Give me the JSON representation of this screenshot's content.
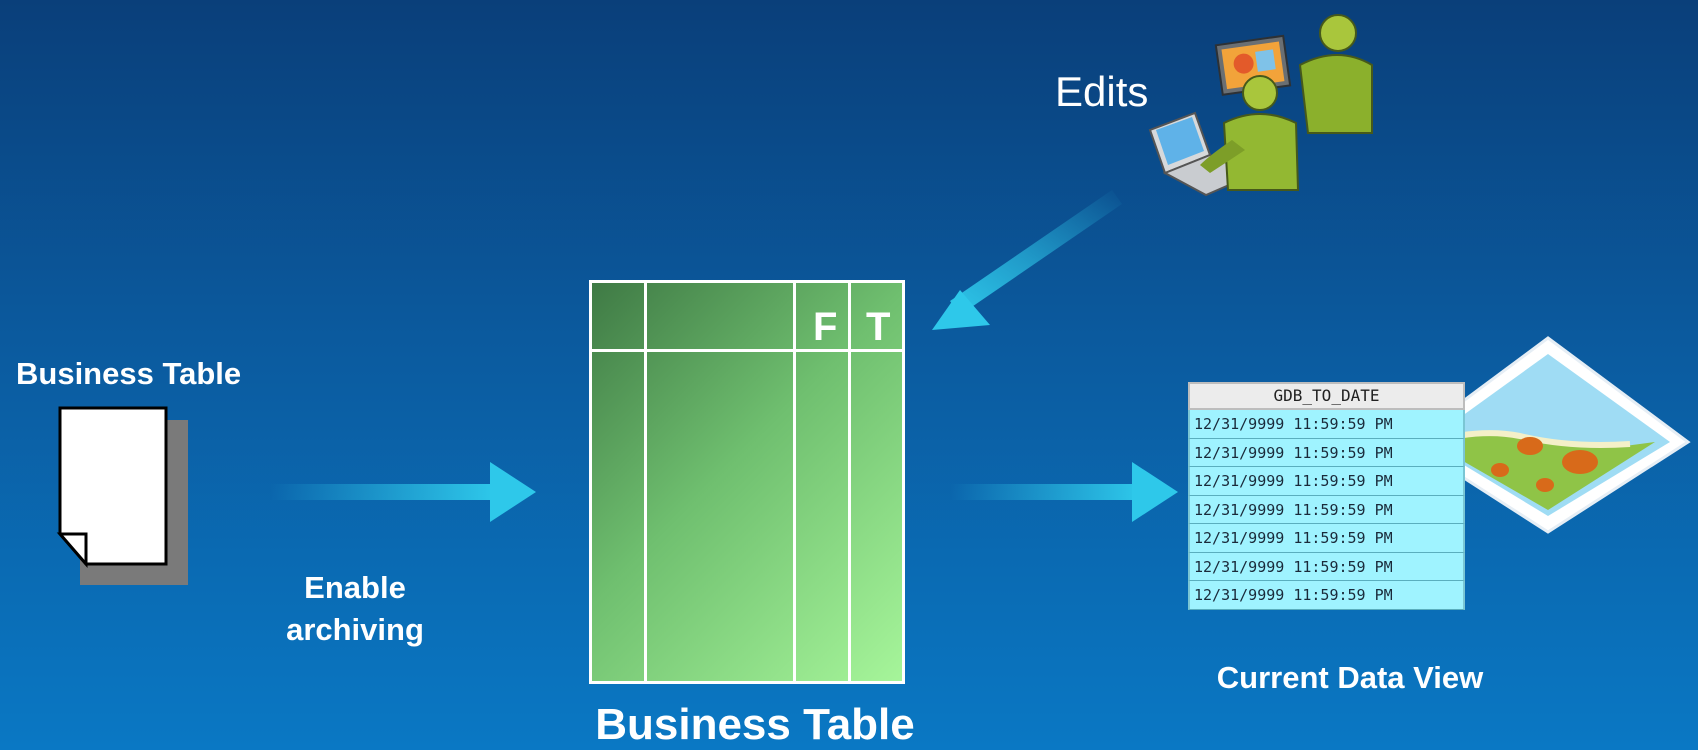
{
  "labels": {
    "left_title": "Business Table",
    "enable_line1": "Enable",
    "enable_line2": "archiving",
    "edits": "Edits",
    "center_title": "Business Table",
    "data_view_title": "Current Data View"
  },
  "business_table": {
    "from_column": "F",
    "to_column": "T"
  },
  "data_view": {
    "header": "GDB_TO_DATE",
    "rows": [
      "12/31/9999 11:59:59 PM",
      "12/31/9999 11:59:59 PM",
      "12/31/9999 11:59:59 PM",
      "12/31/9999 11:59:59 PM",
      "12/31/9999 11:59:59 PM",
      "12/31/9999 11:59:59 PM",
      "12/31/9999 11:59:59 PM"
    ]
  },
  "icons": {
    "document": "document-icon",
    "editors": "users-editing-icon",
    "map": "map-icon"
  },
  "colors": {
    "arrow": "#2ec8ea",
    "table_green_dark": "#3f7a45",
    "table_green_light": "#a6f59a"
  }
}
